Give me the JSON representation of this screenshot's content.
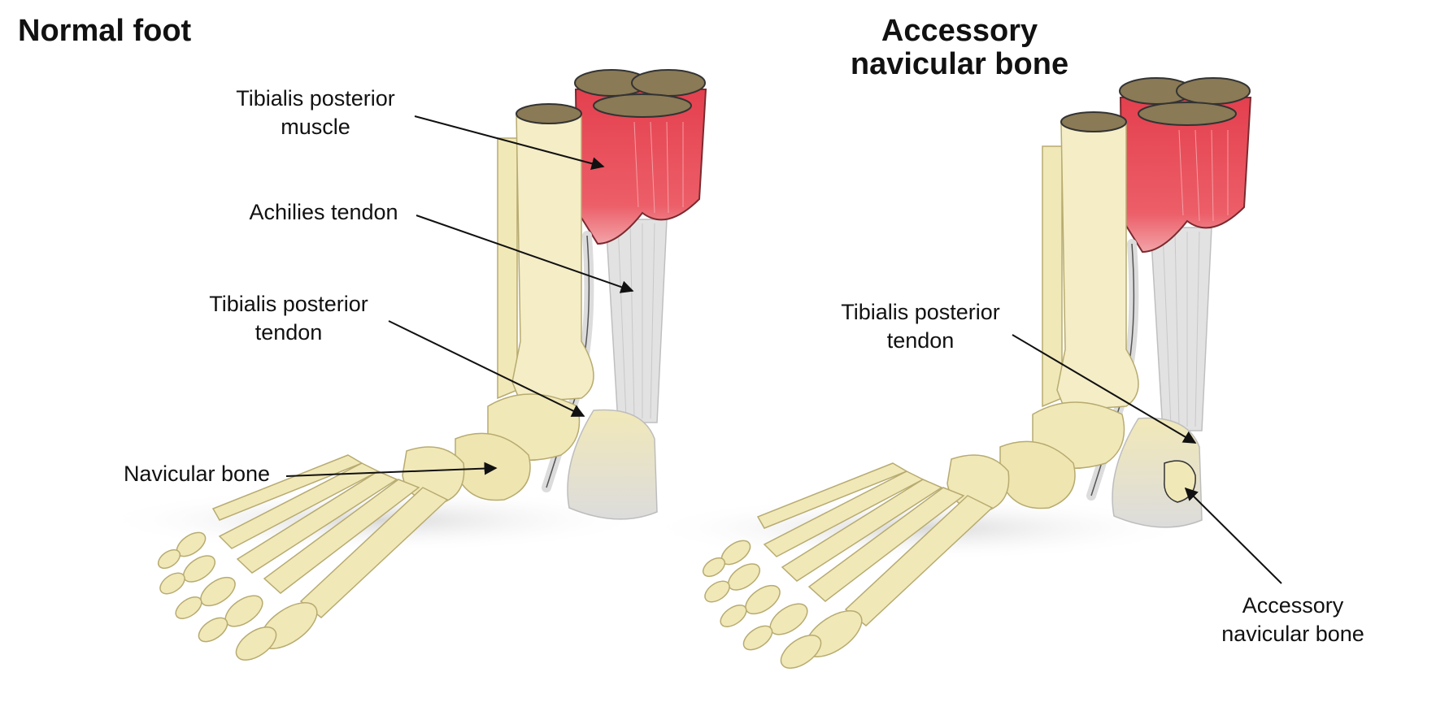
{
  "left_panel": {
    "title": "Normal foot",
    "labels": {
      "tibialis_posterior_muscle": [
        "Tibialis posterior",
        "muscle"
      ],
      "achilles_tendon": "Achilies tendon",
      "tibialis_posterior_tendon": [
        "Tibialis posterior",
        "tendon"
      ],
      "navicular_bone": "Navicular bone"
    }
  },
  "right_panel": {
    "title": [
      "Accessory",
      "navicular bone"
    ],
    "labels": {
      "tibialis_posterior_tendon": [
        "Tibialis posterior",
        "tendon"
      ],
      "accessory_navicular_bone": [
        "Accessory",
        "navicular bone"
      ]
    }
  },
  "colors": {
    "bone": "#f1e8b8",
    "bone_shadow": "#d9cf96",
    "muscle": "#e4404e",
    "tendon": "#dcdcdc",
    "bone_cut": "#8a7a55"
  }
}
